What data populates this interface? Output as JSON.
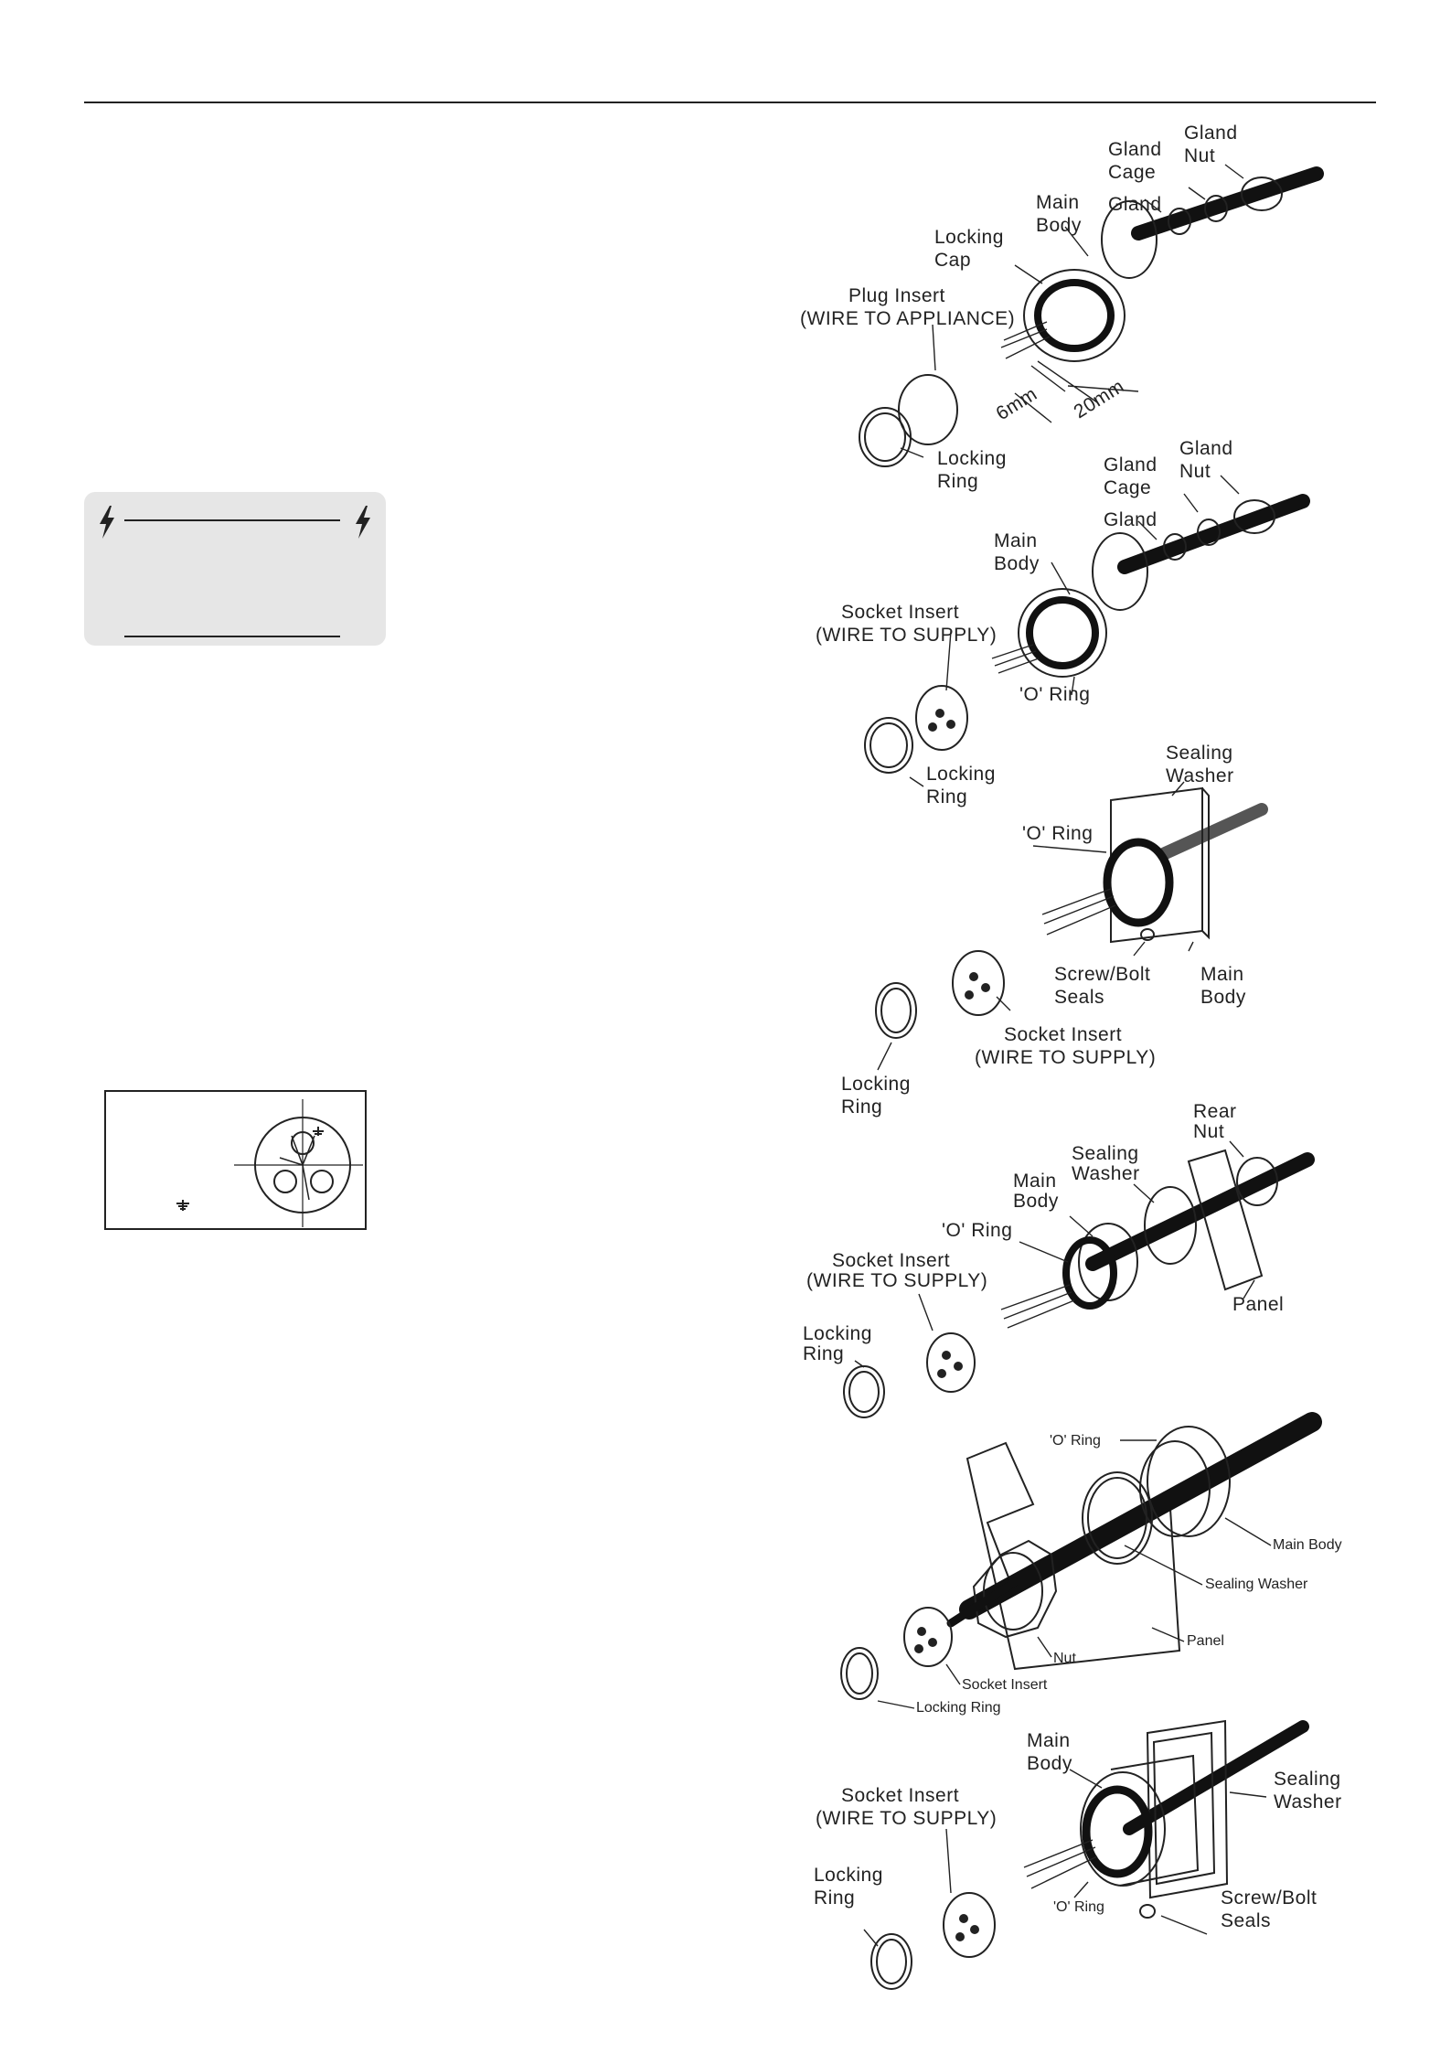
{
  "labels": {
    "d1_gland_nut": [
      "Gland",
      "Nut"
    ],
    "d1_gland_cage": [
      "Gland",
      "Cage"
    ],
    "d1_gland": "Gland",
    "d1_main_body": [
      "Main",
      "Body"
    ],
    "d1_locking_cap": [
      "Locking",
      "Cap"
    ],
    "d1_plug_insert": [
      "Plug Insert",
      "(WIRE TO APPLIANCE)"
    ],
    "d1_dim_6": "6mm",
    "d1_dim_20": "20mm",
    "d1_locking_ring": [
      "Locking",
      "Ring"
    ],
    "d2_gland_nut": [
      "Gland",
      "Nut"
    ],
    "d2_gland_cage": [
      "Gland",
      "Cage"
    ],
    "d2_gland": "Gland",
    "d2_main_body": [
      "Main",
      "Body"
    ],
    "d2_socket_insert": [
      "Socket Insert",
      "(WIRE TO SUPPLY)"
    ],
    "d2_o_ring": "'O' Ring",
    "d2_locking_ring": [
      "Locking",
      "Ring"
    ],
    "d3_sealing_washer": [
      "Sealing",
      "Washer"
    ],
    "d3_o_ring": "'O' Ring",
    "d3_screw_seals": [
      "Screw/Bolt",
      "Seals"
    ],
    "d3_main_body": [
      "Main",
      "Body"
    ],
    "d3_socket_insert": [
      "Socket Insert",
      "(WIRE TO SUPPLY)"
    ],
    "d3_locking_ring": [
      "Locking",
      "Ring"
    ],
    "d4_rear_nut": [
      "Rear",
      "Nut"
    ],
    "d4_sealing_washer": [
      "Sealing",
      "Washer"
    ],
    "d4_main_body": [
      "Main",
      "Body"
    ],
    "d4_o_ring": "'O' Ring",
    "d4_socket_insert": [
      "Socket Insert",
      "(WIRE TO SUPPLY)"
    ],
    "d4_panel": "Panel",
    "d4_locking_ring": [
      "Locking",
      "Ring"
    ],
    "d5_o_ring": "'O' Ring",
    "d5_main_body": "Main Body",
    "d5_sealing_washer": "Sealing Washer",
    "d5_panel": "Panel",
    "d5_nut": "Nut",
    "d5_socket_insert": "Socket Insert",
    "d5_locking_ring": "Locking Ring",
    "d6_main_body": [
      "Main",
      "Body"
    ],
    "d6_sealing_washer": [
      "Sealing",
      "Washer"
    ],
    "d6_socket_insert": [
      "Socket Insert",
      "(WIRE TO SUPPLY)"
    ],
    "d6_locking_ring": [
      "Locking",
      "Ring"
    ],
    "d6_o_ring": "'O' Ring",
    "d6_screw_seals": [
      "Screw/Bolt",
      "Seals"
    ]
  },
  "icons": {
    "warning_left": "lightning-bolt-icon",
    "warning_right": "lightning-bolt-icon",
    "earth": "earth-symbol-icon"
  },
  "colors": {
    "warning_panel": "#e6e6e6",
    "ink": "#222222"
  }
}
